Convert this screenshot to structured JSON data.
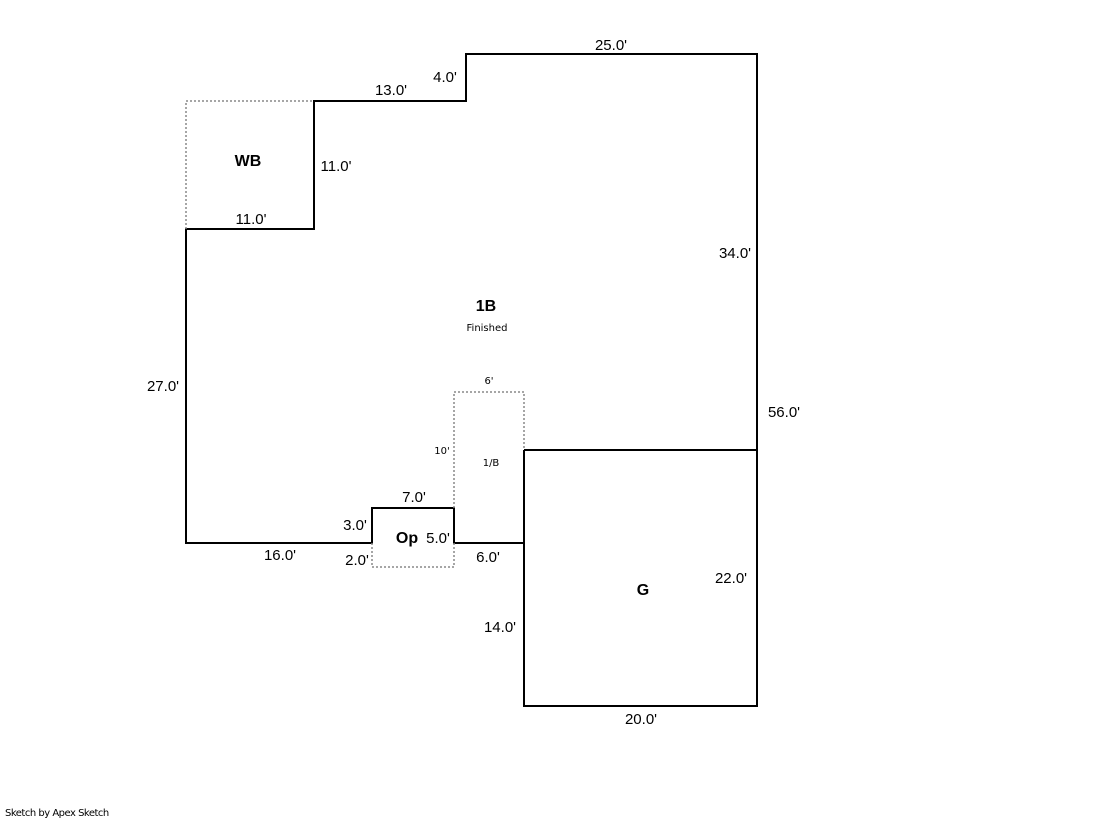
{
  "areas": {
    "main": {
      "code": "1B",
      "sub": "Finished"
    },
    "wb": {
      "code": "WB"
    },
    "op": {
      "code": "Op"
    },
    "garage": {
      "code": "G"
    },
    "half_b": {
      "code": "1/B"
    }
  },
  "dimensions": {
    "top": "25.0'",
    "step_small": "4.0'",
    "step_top": "13.0'",
    "wb_side": "11.0'",
    "wb_bottom": "11.0'",
    "right_upper": "34.0'",
    "right_total": "56.0'",
    "left": "27.0'",
    "bottom_left": "16.0'",
    "op_left": "3.0'",
    "op_top": "7.0'",
    "op_right": "5.0'",
    "op_bottom": "2.0'",
    "between": "6.0'",
    "garage_left": "14.0'",
    "garage_right": "22.0'",
    "garage_bottom": "20.0'",
    "hb_top": "6'",
    "hb_side": "10'"
  },
  "footer": {
    "credit": "Sketch by Apex Sketch"
  }
}
